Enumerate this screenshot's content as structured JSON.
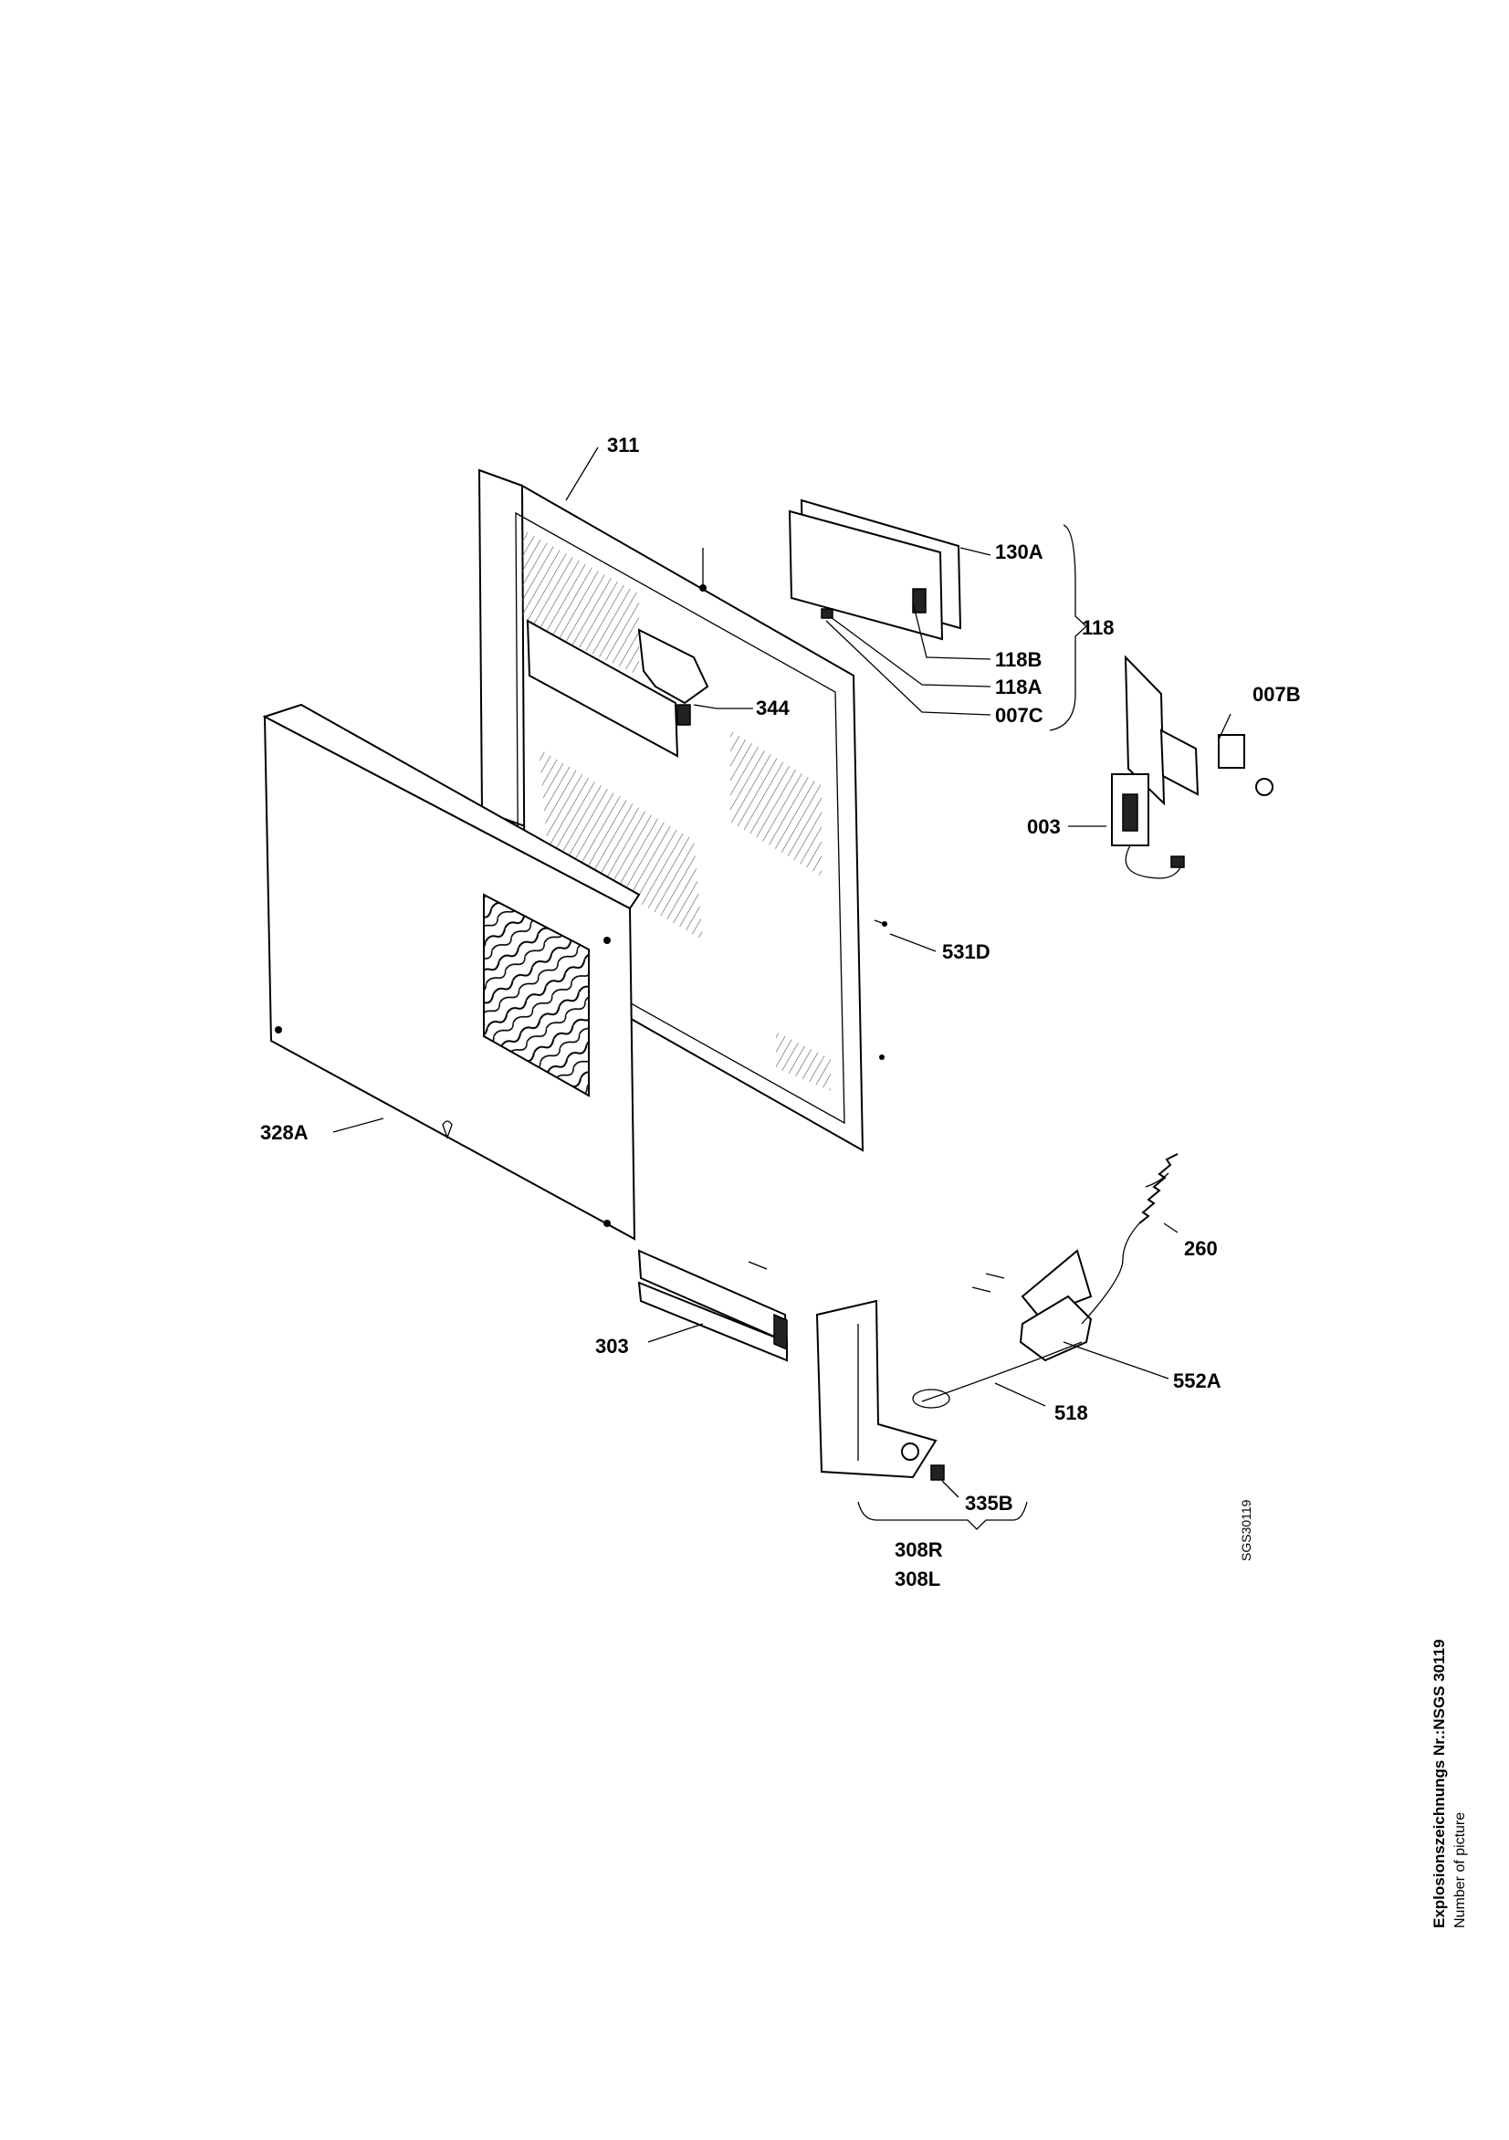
{
  "drawing": {
    "labels": {
      "l311": "311",
      "l130A": "130A",
      "l118": "118",
      "l118B": "118B",
      "l118A": "118A",
      "l007C": "007C",
      "l344": "344",
      "l007B": "007B",
      "l003": "003",
      "l531D": "531D",
      "l328A": "328A",
      "l260": "260",
      "l303": "303",
      "l552A": "552A",
      "l518": "518",
      "l335B": "335B",
      "l308R": "308R",
      "l308L": "308L"
    },
    "drawing_code": "SGS30119"
  },
  "side_caption": {
    "title": "Explosionszeichnungs Nr.:NSGS 30119",
    "subtitle": "Number of picture"
  }
}
